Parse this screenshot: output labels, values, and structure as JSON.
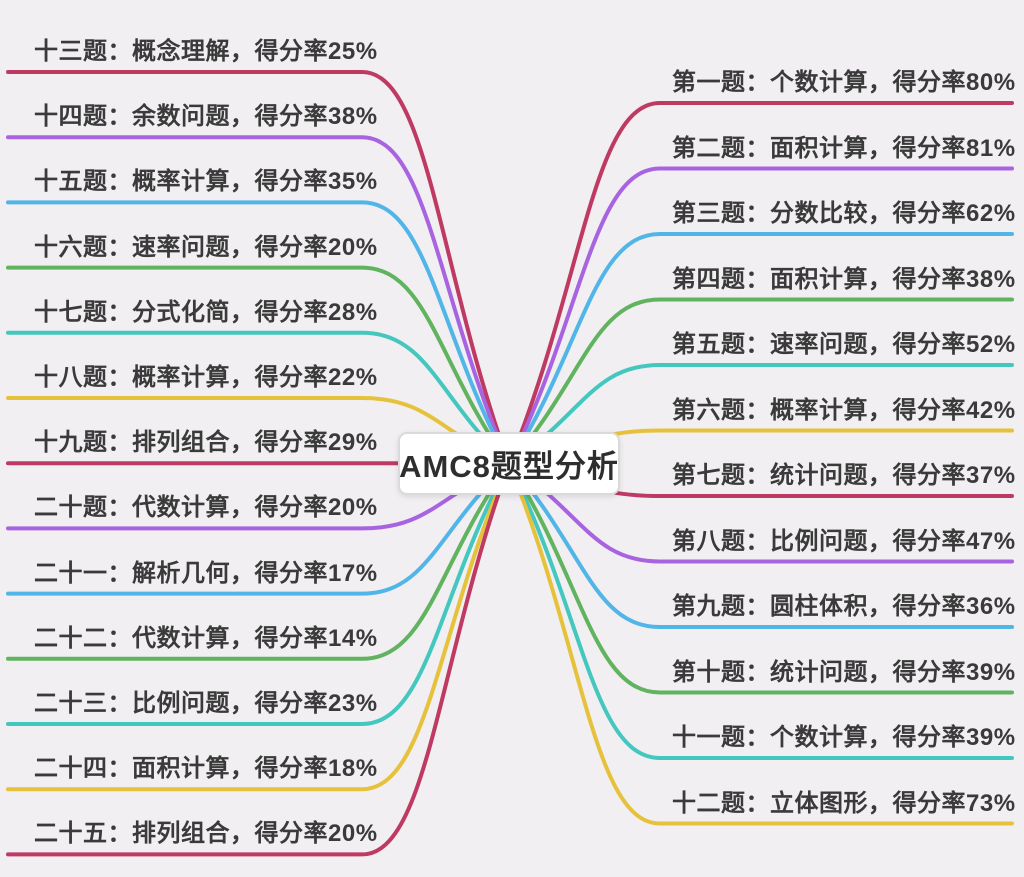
{
  "page": {
    "background_color": "#f1eff1"
  },
  "central_node": {
    "title": "AMC8题型分析",
    "background_color": "#ffffff",
    "border_color": "#dadada",
    "text_color": "#2e2e2e"
  },
  "palette": {
    "crimson": "#bf3a62",
    "purple": "#a864e0",
    "skyblue": "#52b5e8",
    "green": "#61b35f",
    "teal": "#43c7bf",
    "gold": "#e6c23c"
  },
  "left_branches": [
    {
      "label": "十三题：概念理解，得分率25%",
      "color": "#bf3a62"
    },
    {
      "label": "十四题：余数问题，得分率38%",
      "color": "#a864e0"
    },
    {
      "label": "十五题：概率计算，得分率35%",
      "color": "#52b5e8"
    },
    {
      "label": "十六题：速率问题，得分率20%",
      "color": "#61b35f"
    },
    {
      "label": "十七题：分式化简，得分率28%",
      "color": "#43c7bf"
    },
    {
      "label": "十八题：概率计算，得分率22%",
      "color": "#e6c23c"
    },
    {
      "label": "十九题：排列组合，得分率29%",
      "color": "#bf3a62"
    },
    {
      "label": "二十题：代数计算，得分率20%",
      "color": "#a864e0"
    },
    {
      "label": "二十一：解析几何，得分率17%",
      "color": "#52b5e8"
    },
    {
      "label": "二十二：代数计算，得分率14%",
      "color": "#61b35f"
    },
    {
      "label": "二十三：比例问题，得分率23%",
      "color": "#43c7bf"
    },
    {
      "label": "二十四：面积计算，得分率18%",
      "color": "#e6c23c"
    },
    {
      "label": "二十五：排列组合，得分率20%",
      "color": "#bf3a62"
    }
  ],
  "right_branches": [
    {
      "label": "第一题：个数计算，得分率80%",
      "color": "#bf3a62"
    },
    {
      "label": "第二题：面积计算，得分率81%",
      "color": "#a864e0"
    },
    {
      "label": "第三题：分数比较，得分率62%",
      "color": "#52b5e8"
    },
    {
      "label": "第四题：面积计算，得分率38%",
      "color": "#61b35f"
    },
    {
      "label": "第五题：速率问题，得分率52%",
      "color": "#43c7bf"
    },
    {
      "label": "第六题：概率计算，得分率42%",
      "color": "#e6c23c"
    },
    {
      "label": "第七题：统计问题，得分率37%",
      "color": "#bf3a62"
    },
    {
      "label": "第八题：比例问题，得分率47%",
      "color": "#a864e0"
    },
    {
      "label": "第九题：圆柱体积，得分率36%",
      "color": "#52b5e8"
    },
    {
      "label": "第十题：统计问题，得分率39%",
      "color": "#61b35f"
    },
    {
      "label": "十一题：个数计算，得分率39%",
      "color": "#43c7bf"
    },
    {
      "label": "十二题：立体图形，得分率73%",
      "color": "#e6c23c"
    }
  ]
}
